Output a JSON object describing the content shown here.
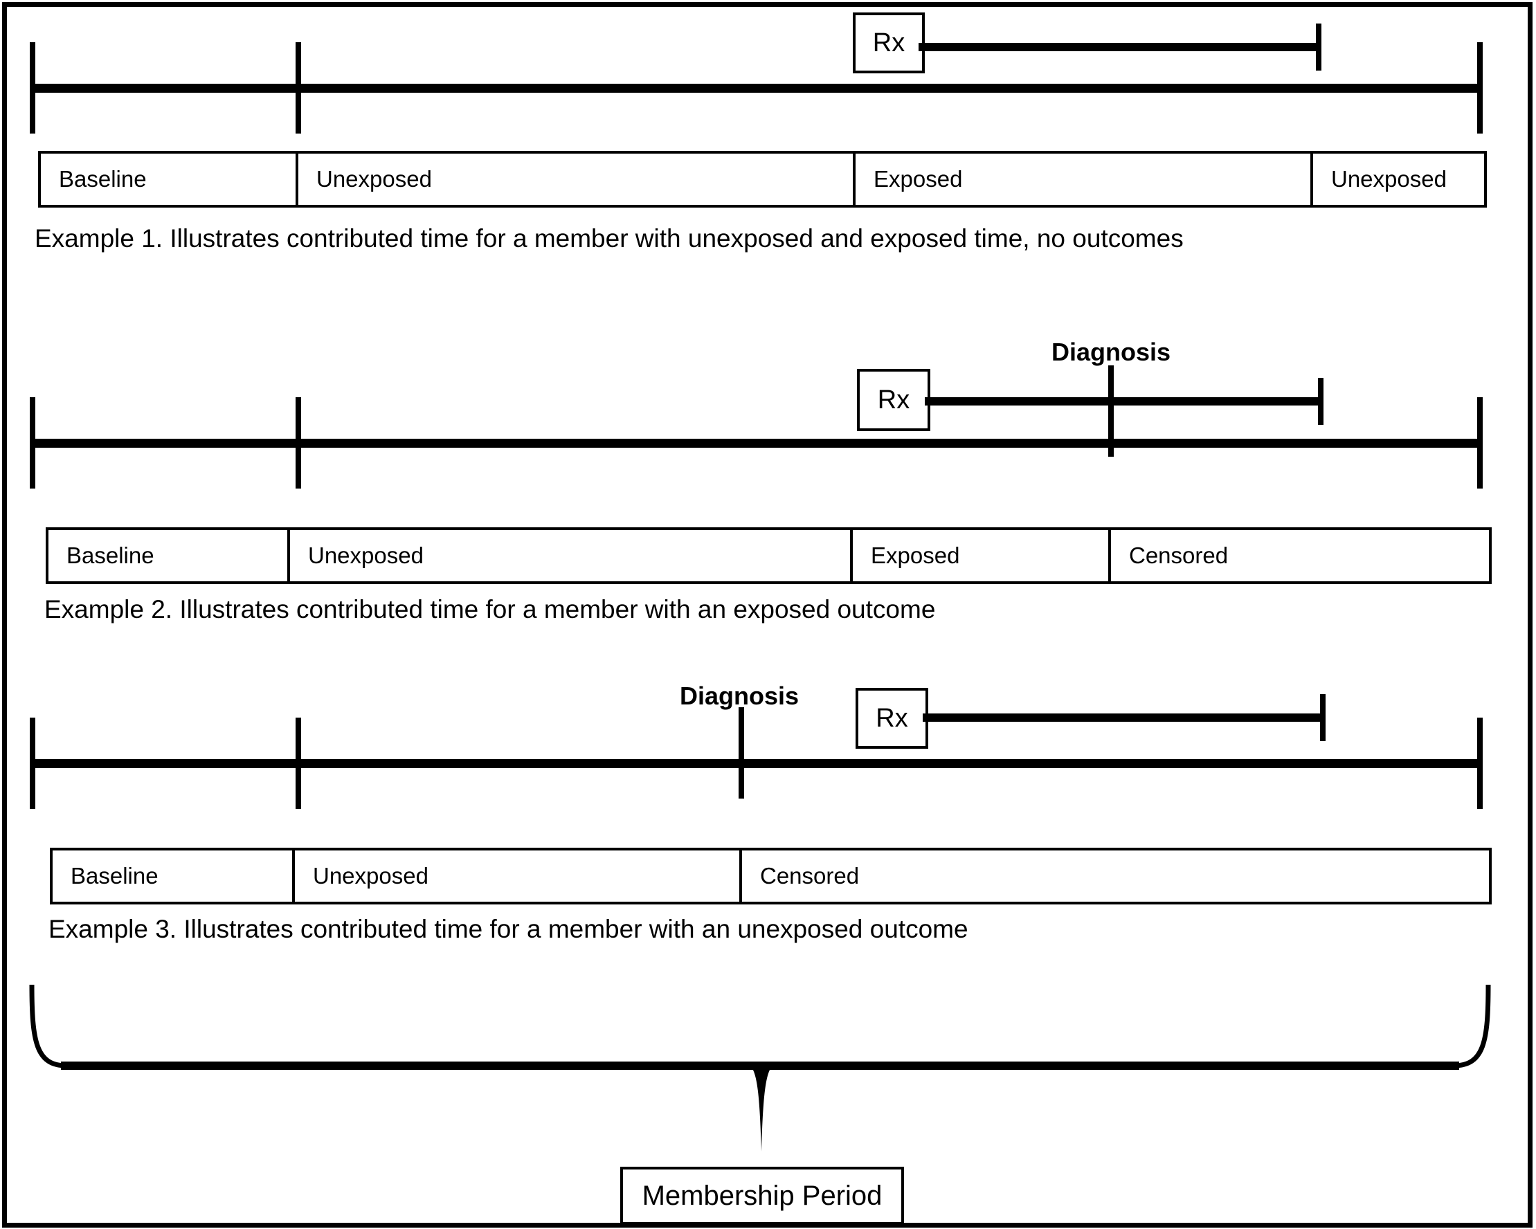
{
  "examples": [
    {
      "rx_label": "Rx",
      "caption": "Example 1. Illustrates contributed time for a member with unexposed and exposed time, no outcomes",
      "segments": [
        {
          "label": "Baseline"
        },
        {
          "label": "Unexposed"
        },
        {
          "label": "Exposed"
        },
        {
          "label": "Unexposed"
        }
      ]
    },
    {
      "diagnosis_label": "Diagnosis",
      "rx_label": "Rx",
      "caption": "Example 2. Illustrates contributed time for a member with an exposed outcome",
      "segments": [
        {
          "label": "Baseline"
        },
        {
          "label": "Unexposed"
        },
        {
          "label": "Exposed"
        },
        {
          "label": "Censored"
        }
      ]
    },
    {
      "diagnosis_label": "Diagnosis",
      "rx_label": "Rx",
      "caption": "Example 3. Illustrates contributed time for a member with an unexposed outcome",
      "segments": [
        {
          "label": "Baseline"
        },
        {
          "label": "Unexposed"
        },
        {
          "label": "Censored"
        }
      ]
    }
  ],
  "membership": {
    "label": "Membership Period"
  },
  "colors": {
    "line": "#000000",
    "background": "#ffffff"
  }
}
